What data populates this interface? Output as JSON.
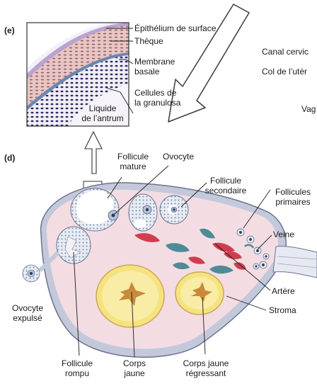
{
  "panels": {
    "e": "(e)",
    "d": "(d)"
  },
  "inset_labels": {
    "epithelium": "Épithélium de surface",
    "theca": "Thèque",
    "membrane_line1": "Membrane",
    "membrane_line2": "basale",
    "granulosa_line1": "Cellules de",
    "granulosa_line2": "la granulosa",
    "antrum_line1": "Liquide",
    "antrum_line2": "de l’antrum"
  },
  "right_labels": {
    "canal": "Canal cervic",
    "col": "Col de l’utér",
    "vagin": "Vag"
  },
  "ovary_labels": {
    "mature_line1": "Follicule",
    "mature_line2": "mature",
    "ovocyte": "Ovocyte",
    "secondary_line1": "Follicule",
    "secondary_line2": "secondaire",
    "primary_line1": "Follicules",
    "primary_line2": "primaires",
    "vein": "Veine",
    "artery": "Artère",
    "stroma": "Stroma",
    "expelled_line1": "Ovocyte",
    "expelled_line2": "expulsé",
    "ruptured_line1": "Follicule",
    "ruptured_line2": "rompu",
    "corpus_line1": "Corps",
    "corpus_line2": "jaune",
    "regress_line1": "Corps jaune",
    "regress_line2": "régressant"
  },
  "colors": {
    "stroma": "#f3dde3",
    "ovary_rim": "#b7bfd3",
    "follicle_cells": "#b9c4d6",
    "antrum": "#ffffff",
    "corpus_luteum": "#f6e27e",
    "corpus_center": "#c98a3c",
    "artery": "#cf3d4e",
    "vein": "#4f8b96",
    "arrow": "#ffffff"
  }
}
